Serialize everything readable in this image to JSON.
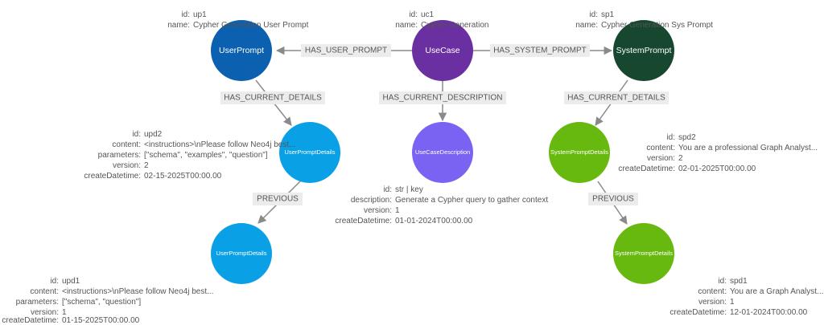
{
  "colors": {
    "user_prompt": "#0b60b0",
    "use_case": "#6a2fa0",
    "system_prompt": "#17472f",
    "user_prompt_details": "#0aa0e6",
    "use_case_description": "#7a62f2",
    "system_prompt_details": "#68b90f",
    "edge": "#8a8a8a"
  },
  "nodes": {
    "user_prompt": {
      "label": "UserPrompt"
    },
    "use_case": {
      "label": "UseCase"
    },
    "system_prompt": {
      "label": "SystemPrompt"
    },
    "upd2": {
      "label": "UserPromptDetails"
    },
    "ucd": {
      "label": "UseCaseDescription"
    },
    "spd2": {
      "label": "SystemPromptDetails"
    },
    "upd1": {
      "label": "UserPromptDetails"
    },
    "spd1": {
      "label": "SystemPromptDetails"
    }
  },
  "edges": {
    "has_user_prompt": "HAS_USER_PROMPT",
    "has_system_prompt": "HAS_SYSTEM_PROMPT",
    "up_details": "HAS_CURRENT_DETAILS",
    "uc_description": "HAS_CURRENT_DESCRIPTION",
    "sp_details": "HAS_CURRENT_DETAILS",
    "up_previous": "PREVIOUS",
    "sp_previous": "PREVIOUS"
  },
  "props": {
    "up1": [
      {
        "key": "id:",
        "value": "up1"
      },
      {
        "key": "name:",
        "value": "Cypher Generation User Prompt"
      }
    ],
    "uc1": [
      {
        "key": "id:",
        "value": "uc1"
      },
      {
        "key": "name:",
        "value": "Cypher Generation"
      }
    ],
    "sp1": [
      {
        "key": "id:",
        "value": "sp1"
      },
      {
        "key": "name:",
        "value": "Cypher Generation Sys Prompt"
      }
    ],
    "upd2": [
      {
        "key": "id:",
        "value": "upd2"
      },
      {
        "key": "content:",
        "value": "<instructions>\\nPlease follow Neo4j best..."
      },
      {
        "key": "parameters:",
        "value": "[\"schema\", \"examples\", \"question\"]"
      },
      {
        "key": "version:",
        "value": "2"
      },
      {
        "key": "createDatetime:",
        "value": "02-15-2025T00:00.00"
      }
    ],
    "ucd": [
      {
        "key": "id:",
        "value": "str | key"
      },
      {
        "key": "description:",
        "value": "Generate a Cypher query to gather context"
      },
      {
        "key": "version:",
        "value": "1"
      },
      {
        "key": "createDatetime:",
        "value": "01-01-2024T00:00.00"
      }
    ],
    "spd2": [
      {
        "key": "id:",
        "value": "spd2"
      },
      {
        "key": "content:",
        "value": "You are a professional Graph Analyst..."
      },
      {
        "key": "version:",
        "value": "2"
      },
      {
        "key": "createDatetime:",
        "value": "02-01-2025T00:00.00"
      }
    ],
    "upd1": [
      {
        "key": "id:",
        "value": "upd1"
      },
      {
        "key": "content:",
        "value": "<instructions>\\nPlease follow Neo4j best..."
      },
      {
        "key": "parameters:",
        "value": "[\"schema\", \"question\"]"
      },
      {
        "key": "version:",
        "value": "1"
      },
      {
        "key": "createDatetime:",
        "value": "01-15-2025T00:00.00"
      }
    ],
    "spd1": [
      {
        "key": "id:",
        "value": "spd1"
      },
      {
        "key": "content:",
        "value": "You are a Graph Analyst..."
      },
      {
        "key": "version:",
        "value": "1"
      },
      {
        "key": "createDatetime:",
        "value": "12-01-2024T00:00.00"
      }
    ]
  }
}
